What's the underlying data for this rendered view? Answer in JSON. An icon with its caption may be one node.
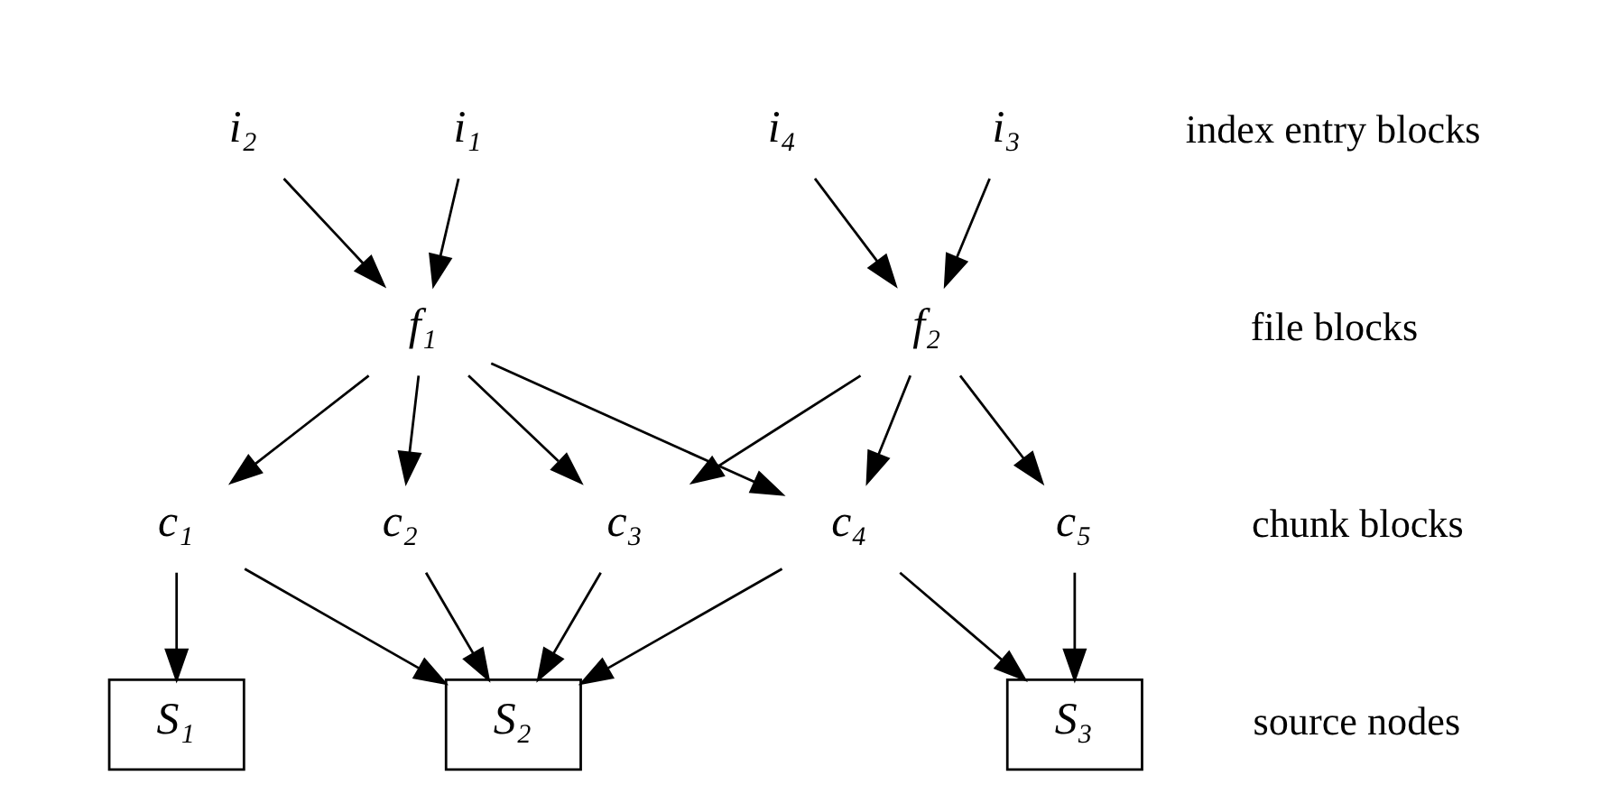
{
  "diagram": {
    "nodes": [
      {
        "text": [
          "i₁"
        ]
      },
      {
        "text": [
          "i₂"
        ]
      },
      {
        "text": [
          "i₃"
        ]
      },
      {
        "text": [
          "i₄"
        ]
      },
      {
        "text": [
          "f₁"
        ]
      },
      {
        "text": [
          "f₂"
        ]
      },
      {
        "text": [
          "c₁"
        ]
      },
      {
        "text": [
          "c₂"
        ]
      },
      {
        "text": [
          "c₃"
        ]
      },
      {
        "text": [
          "c₄"
        ]
      },
      {
        "text": [
          "c₅"
        ]
      },
      {
        "text": [
          "S₁"
        ]
      },
      {
        "text": [
          "S₂"
        ]
      },
      {
        "text": [
          "S₃"
        ]
      }
    ],
    "edges": [
      {
        "from": 0,
        "to": 4,
        "arrow": "to"
      },
      {
        "from": 1,
        "to": 4,
        "arrow": "to"
      },
      {
        "from": 2,
        "to": 5,
        "arrow": "to"
      },
      {
        "from": 3,
        "to": 5,
        "arrow": "to"
      },
      {
        "from": 4,
        "to": 6,
        "arrow": "to"
      },
      {
        "from": 4,
        "to": 7,
        "arrow": "to"
      },
      {
        "from": 4,
        "to": 8,
        "arrow": "to"
      },
      {
        "from": 4,
        "to": 9,
        "arrow": "to"
      },
      {
        "from": 5,
        "to": 8,
        "arrow": "to"
      },
      {
        "from": 5,
        "to": 9,
        "arrow": "to"
      },
      {
        "from": 5,
        "to": 10,
        "arrow": "to"
      },
      {
        "from": 6,
        "to": 11,
        "arrow": "to"
      },
      {
        "from": 6,
        "to": 12,
        "arrow": "to"
      },
      {
        "from": 7,
        "to": 12,
        "arrow": "to"
      },
      {
        "from": 8,
        "to": 12,
        "arrow": "to"
      },
      {
        "from": 9,
        "to": 12,
        "arrow": "to"
      },
      {
        "from": 9,
        "to": 13,
        "arrow": "to"
      },
      {
        "from": 10,
        "to": 13,
        "arrow": "to"
      }
    ],
    "labels": [
      "index entry blocks",
      "file blocks",
      "chunk blocks",
      "source nodes"
    ]
  }
}
